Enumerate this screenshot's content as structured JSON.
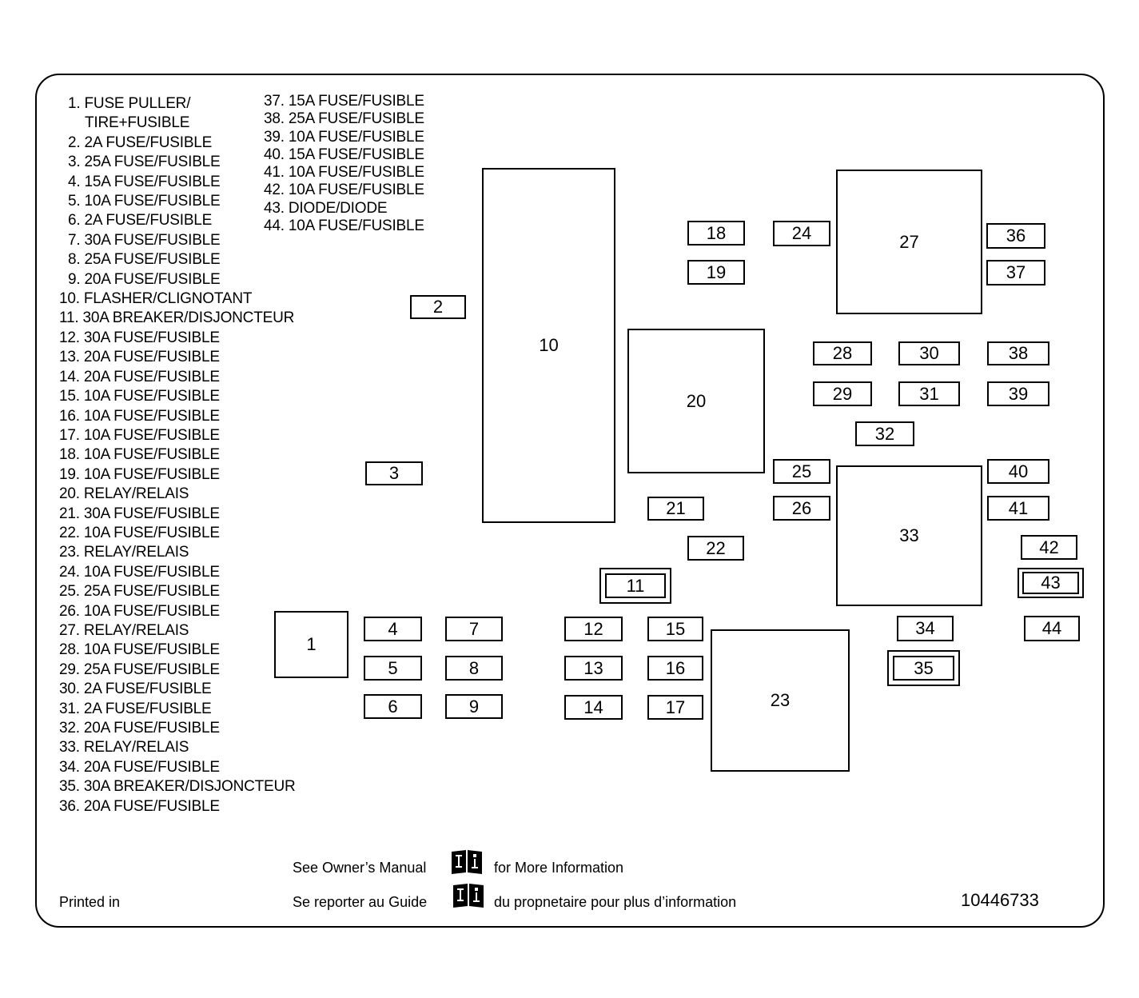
{
  "legend_left": [
    "1. FUSE PULLER/",
    "TIRE+FUSIBLE",
    "2. 2A FUSE/FUSIBLE",
    "3. 25A FUSE/FUSIBLE",
    "4. 15A FUSE/FUSIBLE",
    "5. 10A FUSE/FUSIBLE",
    "6. 2A FUSE/FUSIBLE",
    "7. 30A FUSE/FUSIBLE",
    "8. 25A FUSE/FUSIBLE",
    "9. 20A FUSE/FUSIBLE",
    "10. FLASHER/CLIGNOTANT",
    "11. 30A BREAKER/DISJONCTEUR",
    "12. 30A FUSE/FUSIBLE",
    "13. 20A FUSE/FUSIBLE",
    "14. 20A FUSE/FUSIBLE",
    "15. 10A FUSE/FUSIBLE",
    "16. 10A FUSE/FUSIBLE",
    "17. 10A FUSE/FUSIBLE",
    "18. 10A FUSE/FUSIBLE",
    "19. 10A FUSE/FUSIBLE",
    "20. RELAY/RELAIS",
    "21. 30A FUSE/FUSIBLE",
    "22. 10A FUSE/FUSIBLE",
    "23. RELAY/RELAIS",
    "24. 10A FUSE/FUSIBLE",
    "25. 25A FUSE/FUSIBLE",
    "26. 10A FUSE/FUSIBLE",
    "27. RELAY/RELAIS",
    "28. 10A FUSE/FUSIBLE",
    "29. 25A FUSE/FUSIBLE",
    "30. 2A FUSE/FUSIBLE",
    "31. 2A FUSE/FUSIBLE",
    "32. 20A FUSE/FUSIBLE",
    "33. RELAY/RELAIS",
    "34. 20A FUSE/FUSIBLE",
    "35. 30A BREAKER/DISJONCTEUR",
    "36. 20A FUSE/FUSIBLE"
  ],
  "legend_right": [
    "37. 15A FUSE/FUSIBLE",
    "38. 25A FUSE/FUSIBLE",
    "39. 10A FUSE/FUSIBLE",
    "40. 15A FUSE/FUSIBLE",
    "41. 10A FUSE/FUSIBLE",
    "42. 10A FUSE/FUSIBLE",
    "43. DIODE/DIODE",
    "44. 10A FUSE/FUSIBLE"
  ],
  "box_labels": {
    "b1": "1",
    "b2": "2",
    "b3": "3",
    "b4": "4",
    "b5": "5",
    "b6": "6",
    "b7": "7",
    "b8": "8",
    "b9": "9",
    "b10": "10",
    "b11": "11",
    "b12": "12",
    "b13": "13",
    "b14": "14",
    "b15": "15",
    "b16": "16",
    "b17": "17",
    "b18": "18",
    "b19": "19",
    "b20": "20",
    "b21": "21",
    "b22": "22",
    "b23": "23",
    "b24": "24",
    "b25": "25",
    "b26": "26",
    "b27": "27",
    "b28": "28",
    "b29": "29",
    "b30": "30",
    "b31": "31",
    "b32": "32",
    "b33": "33",
    "b34": "34",
    "b35": "35",
    "b36": "36",
    "b37": "37",
    "b38": "38",
    "b39": "39",
    "b40": "40",
    "b41": "41",
    "b42": "42",
    "b43": "43",
    "b44": "44"
  },
  "footer": {
    "see_manual": "See Owner’s Manual",
    "more_info": "for More Information",
    "reporter": "Se reporter au Guide",
    "proprietaire": "du propnetaire pour plus d’information",
    "printed_in": "Printed in",
    "part_number": "10446733"
  }
}
